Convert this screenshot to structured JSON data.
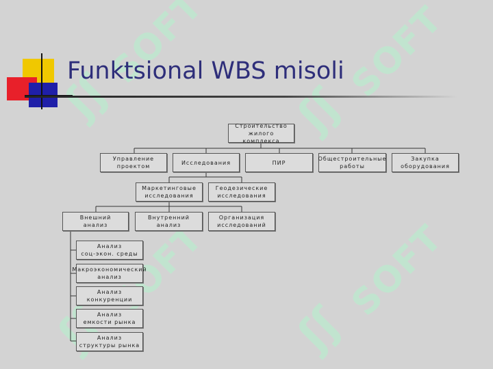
{
  "title": "Funktsional WBS misoli",
  "watermark": {
    "text": "SOFT",
    "glyph": "ʃʃ",
    "color": "#bfe8cf"
  },
  "colors": {
    "title": "#2e2e7a",
    "box_fill": "#dcdcdc",
    "box_border": "#555555",
    "background": "#d3d3d3"
  },
  "wbs": {
    "root": "Строительство\nжилого комплекса",
    "level1": [
      "Управление\nпроектом",
      "Исследования",
      "ПИР",
      "Общестроительные\nработы",
      "Закупка\nоборудования"
    ],
    "research": [
      "Маркетинговые\nисследования",
      "Геодезические\nисследования"
    ],
    "marketing": [
      "Внешний\nанализ",
      "Внутренний\nанализ",
      "Организация\nисследований"
    ],
    "external": [
      "Анализ\nсоц-экон. среды",
      "Макроэкономический\nанализ",
      "Анализ\nконкуренции",
      "Анализ\nемкости рынка",
      "Анализ\nструктуры рынка"
    ]
  }
}
